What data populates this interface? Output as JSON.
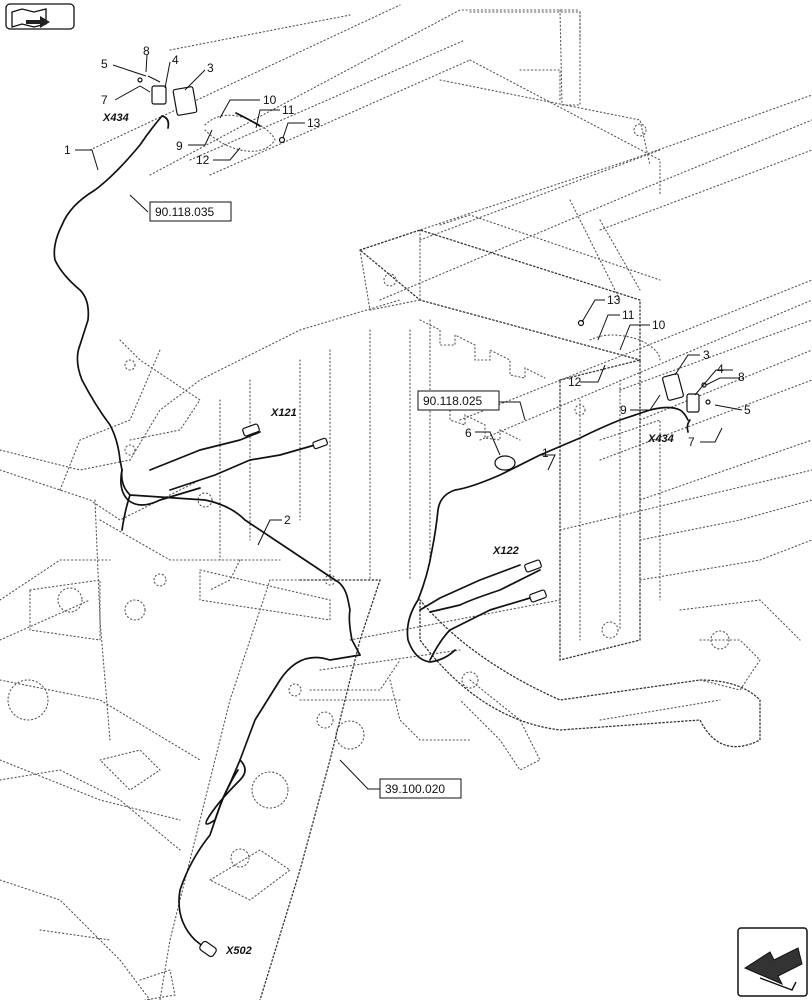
{
  "callouts": {
    "c1a": "1",
    "c1b": "1",
    "c2": "2",
    "c3a": "3",
    "c3b": "3",
    "c4a": "4",
    "c4b": "4",
    "c5a": "5",
    "c5b": "5",
    "c6": "6",
    "c7a": "7",
    "c7b": "7",
    "c8a": "8",
    "c8b": "8",
    "c9a": "9",
    "c9b": "9",
    "c10a": "10",
    "c10b": "10",
    "c11a": "11",
    "c11b": "11",
    "c12a": "12",
    "c12b": "12",
    "c13a": "13",
    "c13b": "13"
  },
  "connectors": {
    "x434a": "X434",
    "x434b": "X434",
    "x121": "X121",
    "x122": "X122",
    "x502": "X502"
  },
  "references": {
    "r1": "90.118.035",
    "r2": "90.118.025",
    "r3": "39.100.020"
  },
  "icons": {
    "top_left": "book-with-arrow-icon",
    "bottom_right": "next-page-arrow-icon"
  }
}
